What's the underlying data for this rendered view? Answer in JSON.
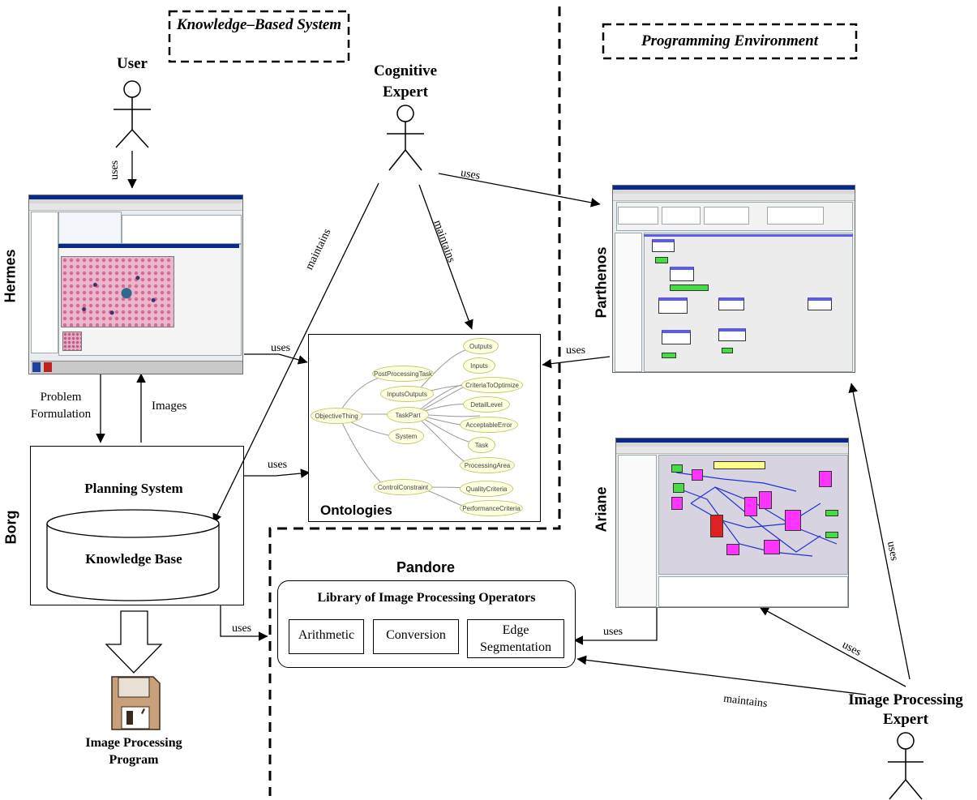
{
  "boxes": {
    "knowledge_based_system": "Knowledge–Based System",
    "programming_environment": "Programming Environment"
  },
  "actors": {
    "user": "User",
    "cognitive_expert": "Cognitive Expert",
    "image_processing_expert": "Image Processing Expert"
  },
  "systems": {
    "hermes": "Hermes",
    "borg": "Borg",
    "parthenos": "Parthenos",
    "ariane": "Ariane",
    "pandore": "Pandore"
  },
  "borg": {
    "planning_system": "Planning System",
    "knowledge_base": "Knowledge Base"
  },
  "ontologies": {
    "title": "Ontologies",
    "nodes": [
      "PostProcessingTask",
      "InputsOutputs",
      "ObjectiveThing",
      "TaskPart",
      "System",
      "ControlConstraint",
      "Outputs",
      "Inputs",
      "CriteriaToOptimize",
      "DetailLevel",
      "AcceptableError",
      "Task",
      "ProcessingArea",
      "QualityCriteria",
      "PerformanceCriteria"
    ]
  },
  "pandore_library": {
    "title": "Library of Image Processing Operators",
    "operators": [
      "Arithmetic",
      "Conversion",
      "Edge Segmentation"
    ]
  },
  "output": "Image Processing Program",
  "edges": {
    "uses": "uses",
    "maintains": "maintains",
    "problem_formulation": "Problem Formulation",
    "images": "Images"
  },
  "colors": {
    "line": "#000000",
    "ariane_magenta": "#ff33ff",
    "ariane_green": "#44dd44",
    "ariane_red": "#dd2222",
    "parthenos_header": "#5a5af0",
    "ontology_node_fill": "#ffffe2"
  }
}
